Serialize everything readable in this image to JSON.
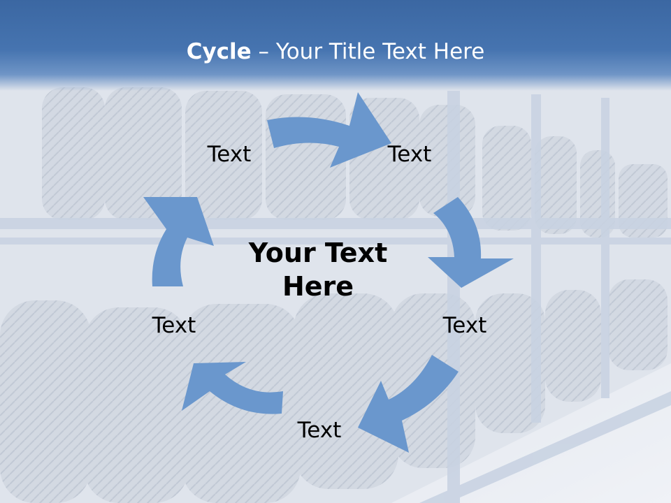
{
  "title": {
    "bold": "Cycle",
    "rest": " – Your Title Text Here"
  },
  "center_text": "Your Text Here",
  "labels": [
    "Text",
    "Text",
    "Text",
    "Text",
    "Text"
  ],
  "colors": {
    "header": "#4674b0",
    "arrow": "#6a97cd",
    "text": "#000000",
    "title": "#ffffff"
  }
}
